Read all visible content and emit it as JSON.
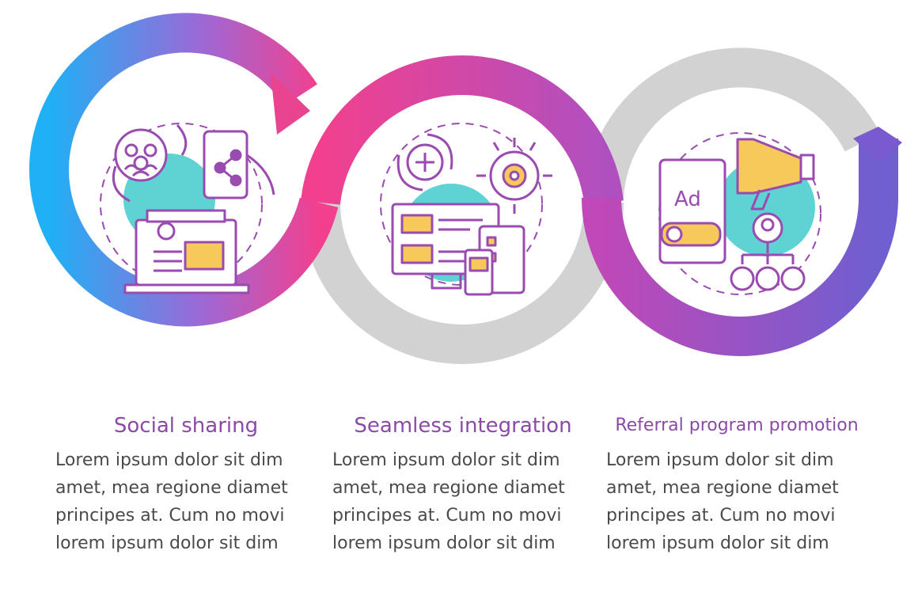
{
  "steps": [
    {
      "title": "Social sharing",
      "icon": "social-sharing-icon",
      "lines": [
        "Lorem ipsum dolor sit dim",
        "amet, mea regione diamet",
        "principes at. Cum no movi",
        "lorem ipsum dolor sit dim"
      ]
    },
    {
      "title": "Seamless integration",
      "icon": "seamless-integration-icon",
      "lines": [
        "Lorem ipsum dolor sit dim",
        "amet, mea regione diamet",
        "principes at. Cum no movi",
        "lorem ipsum dolor sit dim"
      ]
    },
    {
      "title": "Referral program promotion",
      "icon": "referral-program-icon",
      "ad_label": "Ad",
      "lines": [
        "Lorem ipsum dolor sit dim",
        "amet, mea regione diamet",
        "principes at. Cum no movi",
        "lorem ipsum dolor sit dim"
      ]
    }
  ],
  "colors": {
    "gradient_start": "#2aa8f0",
    "gradient_mid": "#f23a8f",
    "gradient_end": "#7a5ad0",
    "grey_track": "#d2d2d2",
    "accent_teal": "#5fd3d3",
    "accent_yellow": "#f7c85a",
    "line_purple": "#9a4bb0",
    "title_purple": "#8a4aa6",
    "body_text": "#4a4a4a"
  }
}
